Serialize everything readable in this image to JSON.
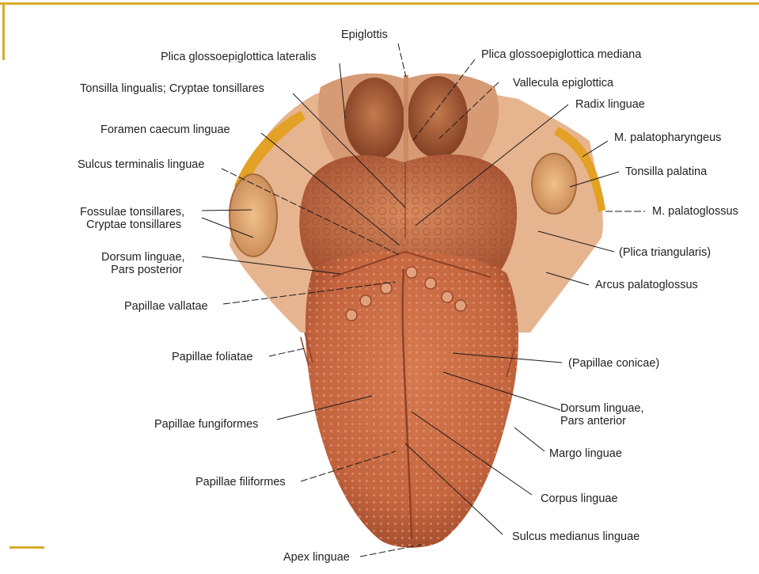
{
  "colors": {
    "frame": "#d7ac2b",
    "tongue": "#c86a45",
    "tongue_dark": "#9a4a2a",
    "mucosa": "#e9b48b",
    "epiglottis": "#b4633f",
    "tonsil": "#e7a86c",
    "muscle_yellow": "#e6a21a"
  },
  "labels": {
    "epiglottis": "Epiglottis",
    "plica_lateralis": "Plica glossoepiglottica lateralis",
    "plica_mediana": "Plica glossoepiglottica mediana",
    "tonsilla_lingualis": "Tonsilla lingualis; Cryptae tonsillares",
    "vallecula": "Vallecula epiglottica",
    "radix": "Radix linguae",
    "foramen_caecum": "Foramen caecum linguae",
    "palatopharyngeus": "M. palatopharyngeus",
    "sulcus_terminalis": "Sulcus terminalis linguae",
    "tonsilla_palatina": "Tonsilla palatina",
    "fossulae": "Fossulae tonsillares,\n  Cryptae tonsillares",
    "palatoglossus": "M. palatoglossus",
    "plica_triangularis": "(Plica triangularis)",
    "dorsum_posterior": "Dorsum linguae,\n   Pars posterior",
    "arcus_palatoglossus": "Arcus palatoglossus",
    "papillae_vallatae": "Papillae vallatae",
    "papillae_foliatae": "Papillae foliatae",
    "papillae_conicae": "(Papillae conicae)",
    "dorsum_anterior": "Dorsum linguae,\nPars anterior",
    "papillae_fungiformes": "Papillae fungiformes",
    "margo": "Margo linguae",
    "papillae_filiformes": "Papillae filiformes",
    "corpus": "Corpus linguae",
    "sulcus_medianus": "Sulcus medianus linguae",
    "apex": "Apex linguae"
  }
}
